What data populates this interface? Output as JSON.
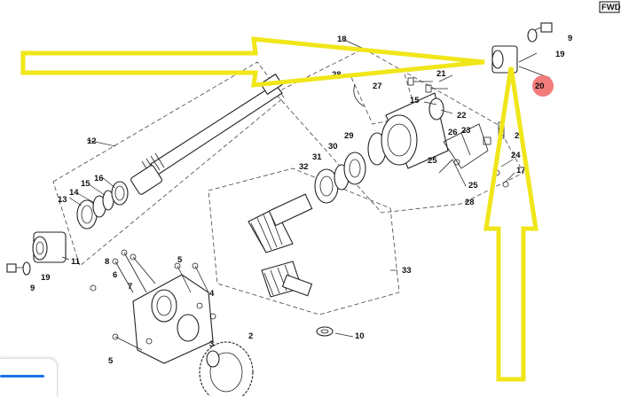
{
  "diagram": {
    "labels": {
      "l2a": "2",
      "l2b": "2",
      "l3": "3",
      "l4": "4",
      "l5a": "5",
      "l5b": "5",
      "l6": "6",
      "l7": "7",
      "l8": "8",
      "l9a": "9",
      "l9b": "9",
      "l10": "10",
      "l11": "11",
      "l12": "12",
      "l13": "13",
      "l14": "14",
      "l15a": "15",
      "l15b": "15",
      "l16": "16",
      "l17": "17",
      "l18": "18",
      "l19a": "19",
      "l19b": "19",
      "l20": "20",
      "l21": "21",
      "l22": "22",
      "l23": "23",
      "l24": "24",
      "l25a": "25",
      "l25b": "25",
      "l26": "26",
      "l27": "27",
      "l28a": "28",
      "l28b": "28",
      "l29": "29",
      "l30": "30",
      "l31": "31",
      "l32": "32",
      "l33": "33"
    },
    "corner_text": "FWD",
    "highlight_color": "#f0e619",
    "marker_color": "#f26d6d"
  }
}
